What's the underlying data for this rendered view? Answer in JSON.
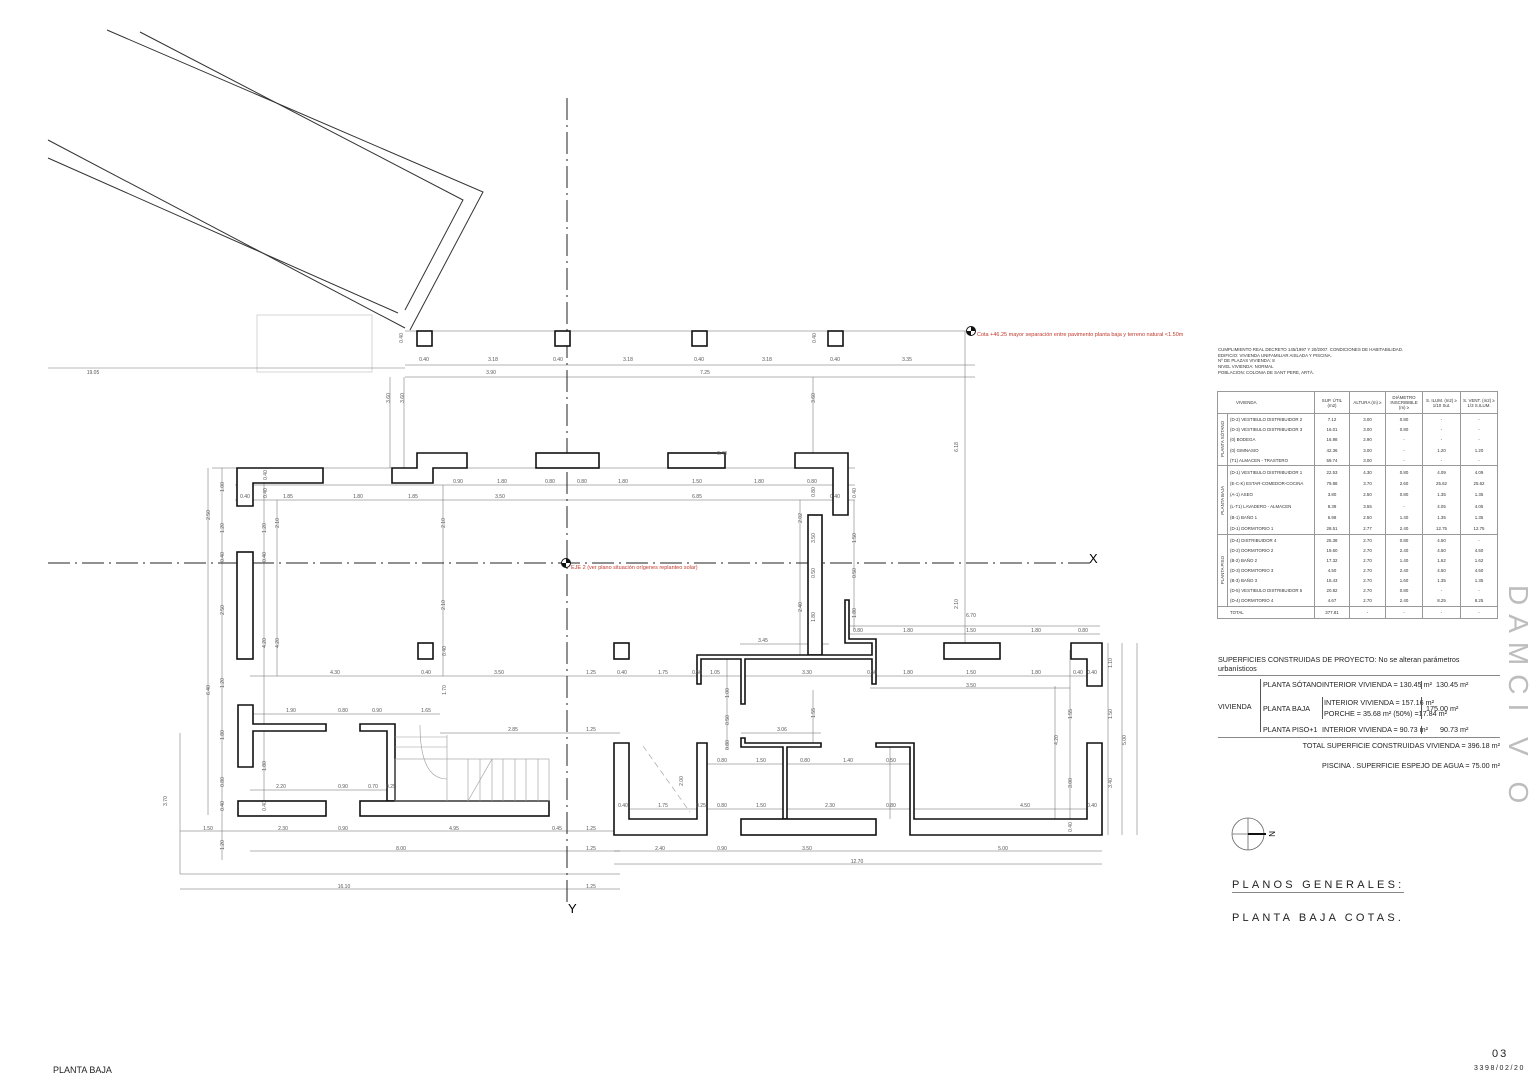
{
  "plan": {
    "axis_x_label": "X",
    "axis_y_label": "Y",
    "note_cota": "Cota +46.25 mayor separación entre pavimento planta baja y terreno natural <1.50m",
    "note_eje": "EJE 2 (ver plano situación orígenes replanteo solar)",
    "dims": [
      "0.40",
      "3.18",
      "0.40",
      "3.18",
      "0.40",
      "3.18",
      "0.40",
      "3.35",
      "3.90",
      "7.25",
      "19.05",
      "0.40",
      "0.40",
      "3.60",
      "3.60",
      "3.60",
      "6.18",
      "0.90",
      "1.80",
      "0.80",
      "0.80",
      "1.80",
      "1.50",
      "1.80",
      "0.80",
      "0.40",
      "1.85",
      "1.80",
      "1.85",
      "3.50",
      "6.85",
      "0.40",
      "0.40",
      "1.00",
      "2.50",
      "1.20",
      "1.20",
      "2.10",
      "2.10",
      "0.40",
      "0.40",
      "0.40",
      "0.40",
      "2.50",
      "4.20",
      "4.20",
      "2.10",
      "0.40",
      "2.10",
      "3.50",
      "0.80",
      "2.02",
      "0.50",
      "0.50",
      "1.50",
      "0.40",
      "1.80",
      "2.40",
      "1.80",
      "6.40",
      "1.20",
      "1.80",
      "0.80",
      "0.40",
      "0.40",
      "1.80",
      "3.70",
      "1.20",
      "1.70",
      "2.00",
      "1.00",
      "0.50",
      "0.80",
      "1.55",
      "6.70",
      "0.80",
      "1.80",
      "1.50",
      "1.80",
      "0.80",
      "3.45",
      "4.30",
      "0.40",
      "3.50",
      "1.25",
      "0.40",
      "1.75",
      "0.50",
      "1.05",
      "3.30",
      "0.50",
      "1.80",
      "1.50",
      "1.80",
      "0.40",
      "0.40",
      "3.50",
      "1.90",
      "0.80",
      "0.90",
      "1.65",
      "2.85",
      "1.25",
      "3.06",
      "0.80",
      "1.50",
      "0.80",
      "1.40",
      "0.50",
      "2.20",
      "0.90",
      "0.70",
      "0.25",
      "0.40",
      "1.75",
      "0.25",
      "0.80",
      "1.50",
      "2.30",
      "0.80",
      "4.50",
      "0.40",
      "1.50",
      "2.30",
      "0.90",
      "4.95",
      "0.45",
      "1.25",
      "8.00",
      "1.25",
      "2.40",
      "0.90",
      "3.50",
      "5.00",
      "12.70",
      "16.10",
      "1.25",
      "1.10",
      "1.50",
      "5.00",
      "3.40",
      "1.55",
      "3.00",
      "0.40",
      "4.20"
    ]
  },
  "habitability": {
    "header_lines": [
      "CUMPLIMIENTO REAL DECRETO 145/1997 Y 20/2007. CONDICIONES DE HABITABILIDAD.",
      "EDIFICIO: VIVIENDA UNIFAMILIAR AISLADA Y PISCINA.",
      "Nº DE PLAZAS VIVIENDA: 8",
      "NIVEL VIVIENDA: NORMAL",
      "POBLACION: COLONIA DE SANT PERE, ARTÀ."
    ],
    "columns": [
      "VIVIENDA",
      "SUP. ÚTIL (m2)",
      "ALTURA (m) ≥",
      "DIÁMETRO INSCRIBIBLE (m) ≥",
      "S. ILUM. (m2) ≥ 1/10 Sut.",
      "S. VENT. (m2) ≥ 1/3 S.ILUM."
    ],
    "groups": [
      {
        "label": "PLANTA SÓTANO",
        "rows": [
          [
            "(D-2) VESTIBULO DISTRIBUIDOR 2",
            "7.12",
            "3.00",
            "0.80",
            "-",
            "-"
          ],
          [
            "(D-3) VESTIBULO DISTRIBUIDOR 3",
            "16.01",
            "3.00",
            "0.80",
            "-",
            "-"
          ],
          [
            "(0) BODEGA",
            "16.98",
            "2.90",
            "-",
            "-",
            "-"
          ],
          [
            "(0) GIMNASIO",
            "42.36",
            "3.00",
            "-",
            "1.20",
            "1.20"
          ],
          [
            "(T1) ALMACEN - TRASTERO",
            "59.74",
            "3.00",
            "-",
            "-",
            "-"
          ]
        ]
      },
      {
        "label": "PLANTA BAJA",
        "rows": [
          [
            "(D-1) VESTIBULO DISTRIBUIDOR 1",
            "22.53",
            "4.30",
            "0.80",
            "4.09",
            "4.09"
          ],
          [
            "(E-C-K) ESTAR-COMEDOR-COCINA",
            "79.88",
            "3.70",
            "2.60",
            "25.62",
            "25.62"
          ],
          [
            "(A-1) ASEO",
            "3.80",
            "2.50",
            "0.80",
            "1.35",
            "1.35"
          ],
          [
            "(L-T1) LAVADERO - ALMACEN",
            "8.39",
            "3.55",
            "-",
            "4.05",
            "4.05"
          ],
          [
            "(B-1) BAÑO 1",
            "6.98",
            "2.50",
            "1.40",
            "1.35",
            "1.35"
          ],
          [
            "(D-1) DORMITORIO 1",
            "28.51",
            "2.77",
            "2.40",
            "12.75",
            "12.75"
          ]
        ]
      },
      {
        "label": "PLANTA PISO",
        "rows": [
          [
            "(D-4) DISTRIBUIDOR 4",
            "25.38",
            "2.70",
            "0.80",
            "4.50",
            "-"
          ],
          [
            "(D-2) DORMITORIO 2",
            "19.60",
            "2.70",
            "2.40",
            "4.50",
            "4.50"
          ],
          [
            "(B-2) BAÑO 2",
            "17.32",
            "2.70",
            "1.40",
            "1.62",
            "1.62"
          ],
          [
            "(D-3) DORMITORIO 3",
            "4.50",
            "2.70",
            "2.40",
            "4.50",
            "4.50"
          ],
          [
            "(B-3) BAÑO 3",
            "15.43",
            "2.70",
            "1.60",
            "1.35",
            "1.35"
          ],
          [
            "(D-5) VESTIBULO DISTRIBUIDOR 5",
            "20.82",
            "2.70",
            "0.80",
            "-",
            "-"
          ],
          [
            "(D-4) DORMITORIO 4",
            "4.67",
            "2.70",
            "2.40",
            "8.25",
            "8.25"
          ]
        ]
      }
    ],
    "total": [
      "TOTAL",
      "377.81",
      "-",
      "-",
      "-",
      "-"
    ]
  },
  "surfaces": {
    "title": "SUPERFICIES CONSTRUIDAS DE PROYECTO: No se alteran parámetros urbanísticos",
    "vivienda": "VIVIENDA",
    "sotano_label": "PLANTA SÓTANO",
    "sotano_detail": "INTERIOR VIVIENDA = 130.45 m²",
    "sotano_total": "130.45 m²",
    "baja_label": "PLANTA BAJA",
    "baja_detail_1": "INTERIOR VIVIENDA = 157.16 m²",
    "baja_detail_2": "PORCHE = 35.68 m² (50%) =17.84 m²",
    "baja_total": "175.00 m²",
    "piso_label": "PLANTA PISO+1",
    "piso_detail": "INTERIOR VIVIENDA = 90.73 m²",
    "piso_total": "90.73 m²",
    "total_line": "TOTAL SUPERFICIE CONSTRUIDAS VIVIENDA  = 396.18 m²",
    "piscina_line": "PISCINA . SUPERFICIE ESPEJO DE AGUA = 75.00 m²"
  },
  "north_label": "N",
  "title_1": "PLANOS GENERALES:",
  "title_2": "PLANTA BAJA COTAS.",
  "sheet_number": "03",
  "sheet_code": "3398/02/20",
  "footer_label": "PLANTA BAJA",
  "logo": "DAMCI V O"
}
